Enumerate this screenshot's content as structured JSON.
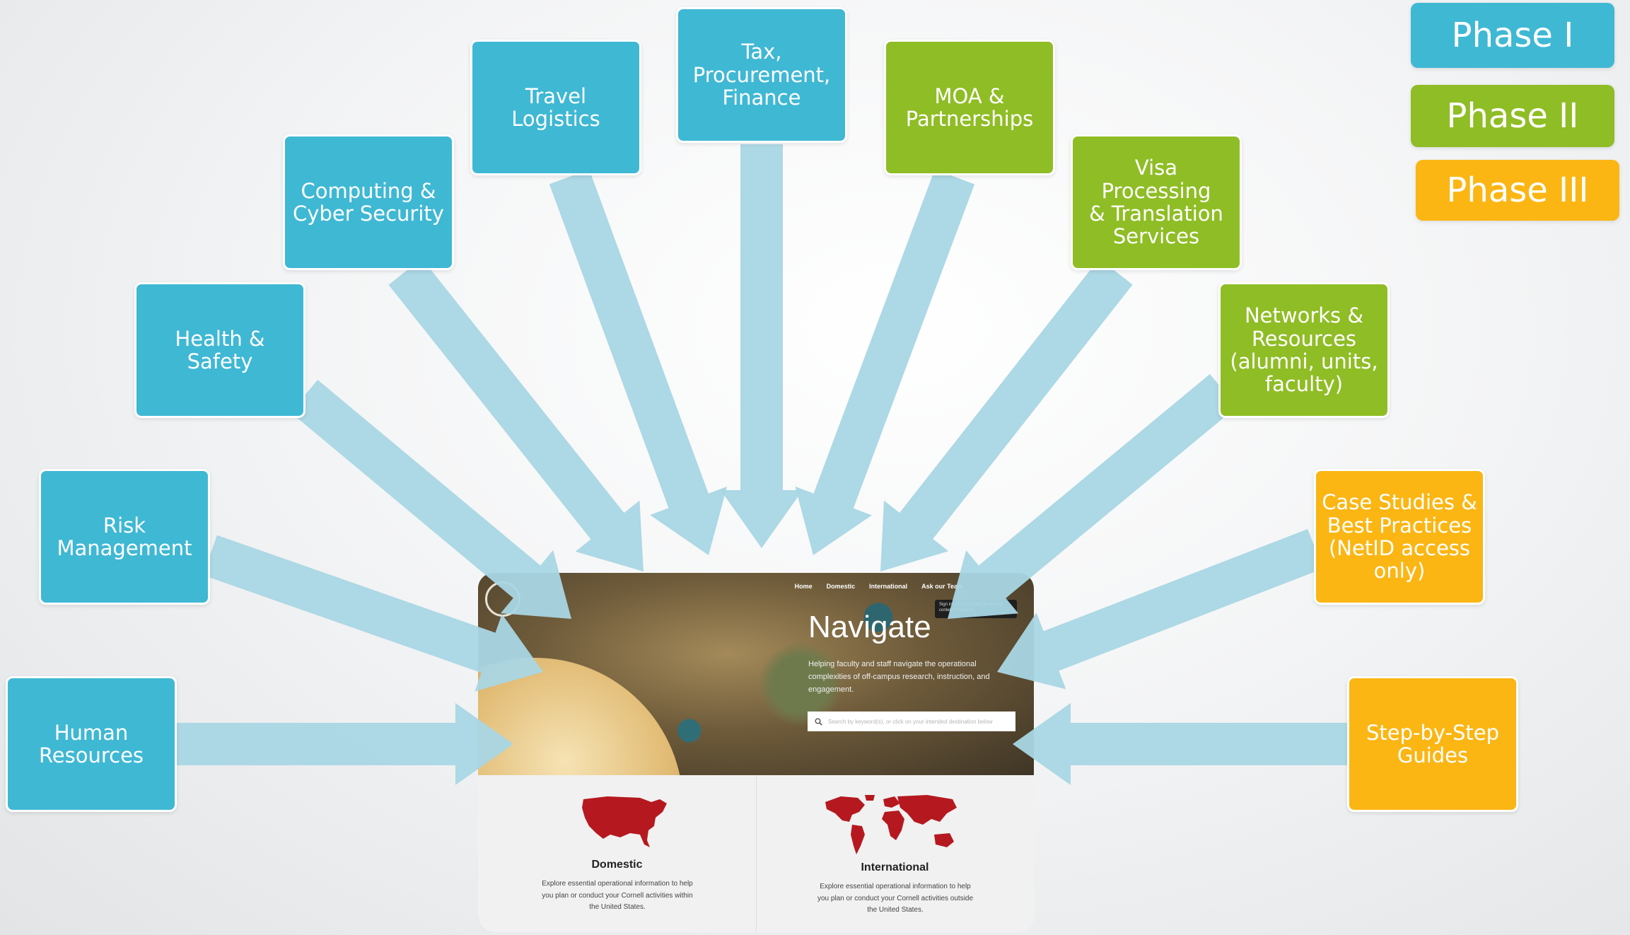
{
  "legend": [
    {
      "label": "Phase I",
      "color": "#3fb8d4"
    },
    {
      "label": "Phase II",
      "color": "#8fbd25"
    },
    {
      "label": "Phase III",
      "color": "#fbb614"
    }
  ],
  "arrow_color": "#a9d6e4",
  "nodes": [
    {
      "id": "hr",
      "label": "Human\nResources",
      "phase": 1
    },
    {
      "id": "risk",
      "label": "Risk\nManagement",
      "phase": 1
    },
    {
      "id": "health",
      "label": "Health & Safety",
      "phase": 1
    },
    {
      "id": "computing",
      "label": "Computing &\nCyber Security",
      "phase": 1
    },
    {
      "id": "travel",
      "label": "Travel Logistics",
      "phase": 1
    },
    {
      "id": "tax",
      "label": "Tax,\nProcurement,\nFinance",
      "phase": 1
    },
    {
      "id": "moa",
      "label": "MOA &\nPartnerships",
      "phase": 2
    },
    {
      "id": "visa",
      "label": "Visa Processing\n& Translation\nServices",
      "phase": 2
    },
    {
      "id": "networks",
      "label": "Networks &\nResources\n(alumni, units,\nfaculty)",
      "phase": 2
    },
    {
      "id": "cases",
      "label": "Case Studies &\nBest Practices\n(NetID access\nonly)",
      "phase": 3
    },
    {
      "id": "guides",
      "label": "Step-by-Step\nGuides",
      "phase": 3
    }
  ],
  "site": {
    "nav": [
      "Home",
      "Domestic",
      "International",
      "Ask our Team"
    ],
    "signin_text": "Sign in with your NetID to view all content & features",
    "title": "Navigate",
    "description": "Helping faculty and staff navigate the operational complexities of off-campus research, instruction, and engagement.",
    "search_placeholder": "Search by keyword(s), or click on your intended destination below",
    "domestic": {
      "title": "Domestic",
      "description": "Explore essential operational information to help you plan or conduct your Cornell activities within the United States."
    },
    "international": {
      "title": "International",
      "description": "Explore essential operational information to help you plan or conduct your Cornell activities outside the United States."
    },
    "map_color": "#b5191f"
  }
}
